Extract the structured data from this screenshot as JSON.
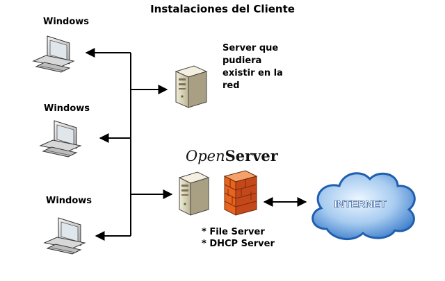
{
  "title": "Instalaciones del Cliente",
  "clients": [
    {
      "label": "Windows"
    },
    {
      "label": "Windows"
    },
    {
      "label": "Windows"
    }
  ],
  "server": {
    "description": [
      "Server que",
      "pudiera",
      "existir en la",
      "red"
    ]
  },
  "openserver": {
    "brand_part1": "Open",
    "brand_part2": "Server",
    "services": [
      "* File Server",
      "* DHCP Server"
    ]
  },
  "internet": {
    "label": "INTERNET"
  },
  "colors": {
    "line": "#000000",
    "cloud_light": "#d9ecff",
    "cloud_dark": "#4d8fd6",
    "firewall": "#e8641e",
    "server_body": "#e4dcc4"
  }
}
